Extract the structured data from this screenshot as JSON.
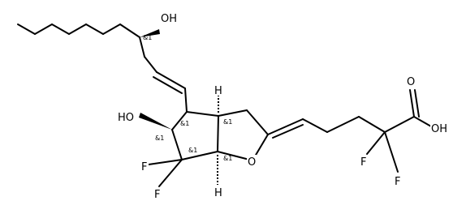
{
  "molecule": {
    "atom_labels": {
      "oh_top": "OH",
      "ho_left": "HO",
      "ring_oxygen": "O",
      "carbonyl_o": "O",
      "acid_oh": "OH",
      "f1": "F",
      "f2": "F",
      "f3": "F",
      "f4": "F",
      "h_top": "H",
      "h_bottom": "H"
    },
    "stereo_labels": {
      "c15": "&1",
      "c11": "&1",
      "c12": "&1",
      "c8": "&1",
      "c9": "&1",
      "c10": "&1"
    }
  }
}
